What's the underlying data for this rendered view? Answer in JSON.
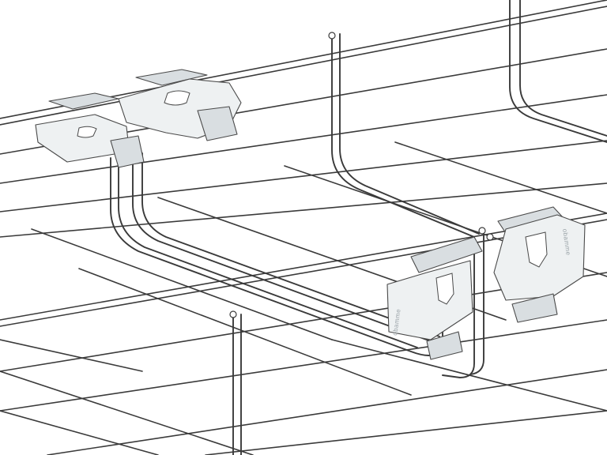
{
  "illustration": {
    "subject": "wire-mesh-cable-tray-with-coupler-clips",
    "colors": {
      "wire": "#3a3a3a",
      "clip_fill": "#eef1f2",
      "clip_shade": "#d9dee1",
      "background": "#ffffff"
    },
    "clip_markings": [
      "obamme",
      "obamme"
    ]
  }
}
